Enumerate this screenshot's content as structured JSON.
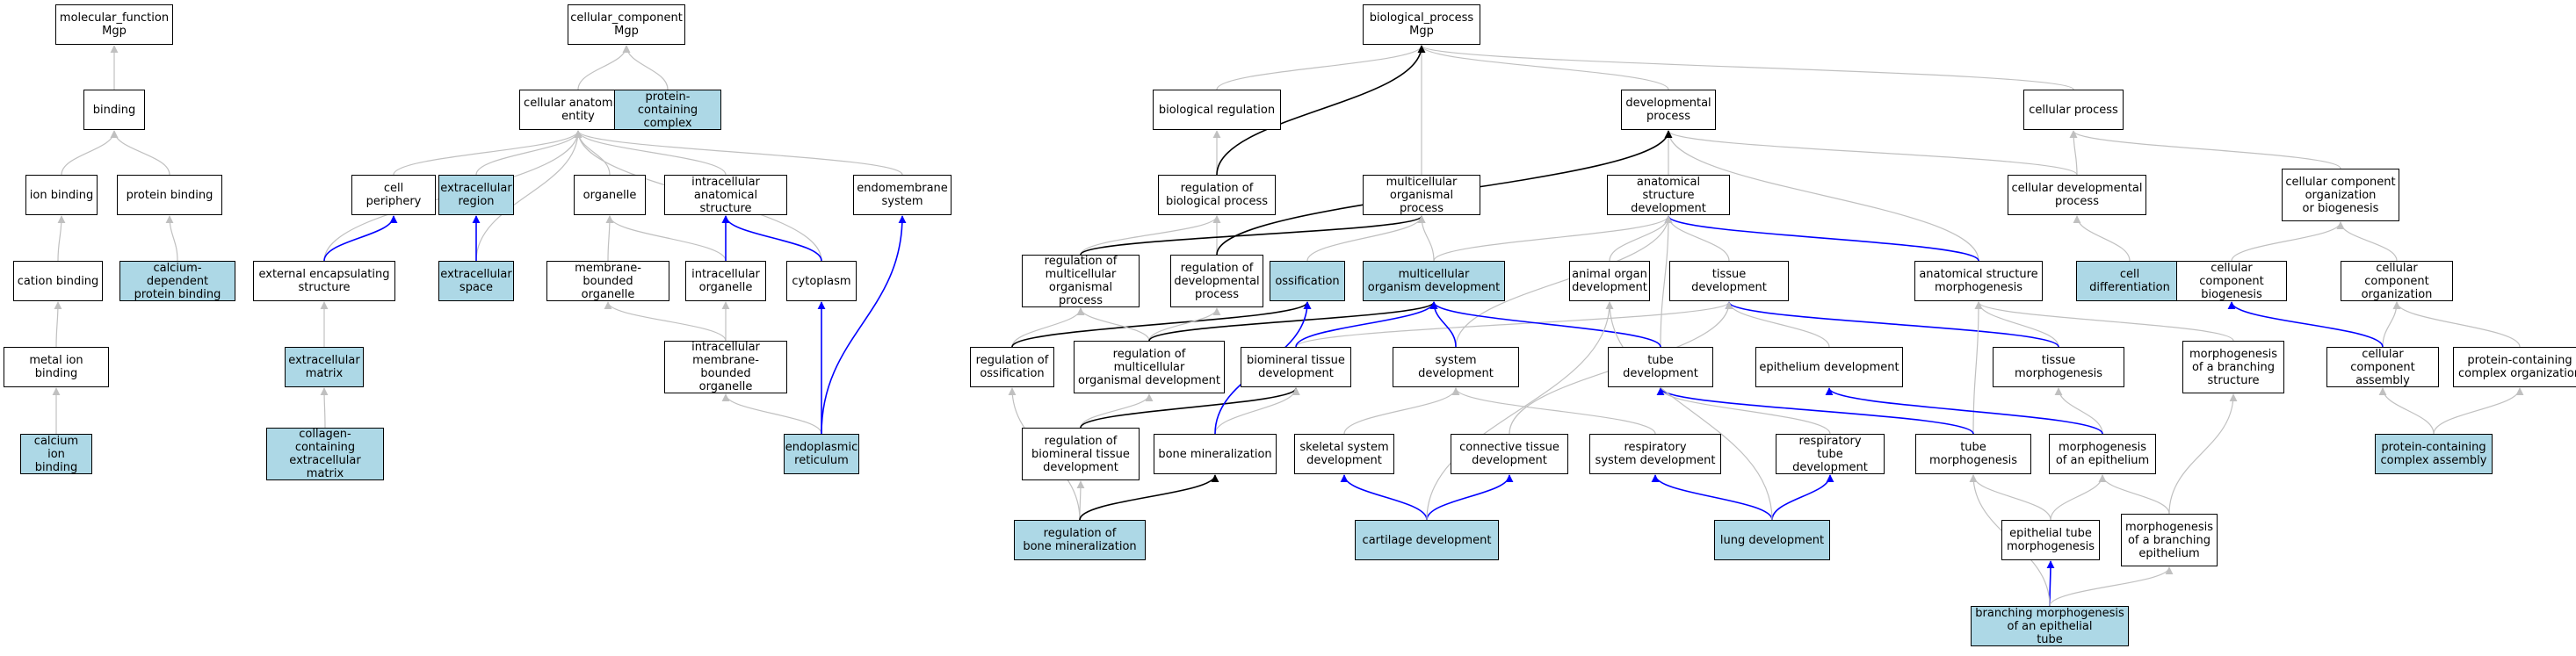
{
  "colors": {
    "highlight_fill": "#add8e6",
    "node_fill": "#ffffff",
    "is_a_edge": "#c0c0c0",
    "part_of_edge": "#0000ff",
    "regulates_edge": "#000000"
  },
  "nodes": [
    {
      "id": "mf",
      "label": "molecular_function\nMgp",
      "highlight": false
    },
    {
      "id": "binding",
      "label": "binding",
      "highlight": false
    },
    {
      "id": "ion_binding",
      "label": "ion binding",
      "highlight": false
    },
    {
      "id": "protein_binding",
      "label": "protein binding",
      "highlight": false
    },
    {
      "id": "cation_binding",
      "label": "cation binding",
      "highlight": false
    },
    {
      "id": "calcium_dep",
      "label": "calcium-dependent\nprotein binding",
      "highlight": true
    },
    {
      "id": "metal_ion",
      "label": "metal ion binding",
      "highlight": false
    },
    {
      "id": "calcium_ion",
      "label": "calcium ion\nbinding",
      "highlight": true
    },
    {
      "id": "cc",
      "label": "cellular_component\nMgp",
      "highlight": false
    },
    {
      "id": "cae",
      "label": "cellular anatomical\nentity",
      "highlight": false
    },
    {
      "id": "pcc",
      "label": "protein-containing\ncomplex",
      "highlight": true
    },
    {
      "id": "cell_periphery",
      "label": "cell periphery",
      "highlight": false
    },
    {
      "id": "extracell_region",
      "label": "extracellular\nregion",
      "highlight": true
    },
    {
      "id": "organelle",
      "label": "organelle",
      "highlight": false
    },
    {
      "id": "ias",
      "label": "intracellular\nanatomical structure",
      "highlight": false
    },
    {
      "id": "endomembrane",
      "label": "endomembrane\nsystem",
      "highlight": false
    },
    {
      "id": "ext_encap",
      "label": "external encapsulating\nstructure",
      "highlight": false
    },
    {
      "id": "extracell_space",
      "label": "extracellular\nspace",
      "highlight": true
    },
    {
      "id": "mbo",
      "label": "membrane-bounded\norganelle",
      "highlight": false
    },
    {
      "id": "intra_org",
      "label": "intracellular\norganelle",
      "highlight": false
    },
    {
      "id": "cytoplasm",
      "label": "cytoplasm",
      "highlight": false
    },
    {
      "id": "ecm",
      "label": "extracellular\nmatrix",
      "highlight": true
    },
    {
      "id": "imbo",
      "label": "intracellular\nmembrane-bounded\norganelle",
      "highlight": false
    },
    {
      "id": "coll_ecm",
      "label": "collagen-containing\nextracellular\nmatrix",
      "highlight": true
    },
    {
      "id": "er",
      "label": "endoplasmic\nreticulum",
      "highlight": true
    },
    {
      "id": "bp",
      "label": "biological_process\nMgp",
      "highlight": false
    },
    {
      "id": "bio_reg",
      "label": "biological regulation",
      "highlight": false
    },
    {
      "id": "dev_proc",
      "label": "developmental\nprocess",
      "highlight": false
    },
    {
      "id": "cell_proc",
      "label": "cellular process",
      "highlight": false
    },
    {
      "id": "reg_bp",
      "label": "regulation of\nbiological process",
      "highlight": false
    },
    {
      "id": "multi_org",
      "label": "multicellular\norganismal process",
      "highlight": false
    },
    {
      "id": "asd",
      "label": "anatomical structure\ndevelopment",
      "highlight": false
    },
    {
      "id": "cell_dev",
      "label": "cellular developmental\nprocess",
      "highlight": false
    },
    {
      "id": "ccob",
      "label": "cellular component\norganization\nor biogenesis",
      "highlight": false
    },
    {
      "id": "reg_mop",
      "label": "regulation of\nmulticellular\norganismal process",
      "highlight": false
    },
    {
      "id": "reg_dev",
      "label": "regulation of\ndevelopmental\nprocess",
      "highlight": false
    },
    {
      "id": "ossification",
      "label": "ossification",
      "highlight": true
    },
    {
      "id": "mod",
      "label": "multicellular\norganism development",
      "highlight": true
    },
    {
      "id": "aod",
      "label": "animal organ\ndevelopment",
      "highlight": false
    },
    {
      "id": "tissue_dev",
      "label": "tissue development",
      "highlight": false
    },
    {
      "id": "asm",
      "label": "anatomical structure\nmorphogenesis",
      "highlight": false
    },
    {
      "id": "cell_diff",
      "label": "cell differentiation",
      "highlight": true
    },
    {
      "id": "ccb",
      "label": "cellular component\nbiogenesis",
      "highlight": false
    },
    {
      "id": "cco",
      "label": "cellular component\norganization",
      "highlight": false
    },
    {
      "id": "reg_oss",
      "label": "regulation of\nossification",
      "highlight": false
    },
    {
      "id": "reg_mod",
      "label": "regulation of\nmulticellular\norganismal development",
      "highlight": false
    },
    {
      "id": "btd",
      "label": "biomineral tissue\ndevelopment",
      "highlight": false
    },
    {
      "id": "sys_dev",
      "label": "system development",
      "highlight": false
    },
    {
      "id": "tube_dev",
      "label": "tube development",
      "highlight": false
    },
    {
      "id": "epi_dev",
      "label": "epithelium development",
      "highlight": false
    },
    {
      "id": "tissue_morph",
      "label": "tissue morphogenesis",
      "highlight": false
    },
    {
      "id": "morph_bs",
      "label": "morphogenesis\nof a branching\nstructure",
      "highlight": false
    },
    {
      "id": "cca",
      "label": "cellular component\nassembly",
      "highlight": false
    },
    {
      "id": "pcco",
      "label": "protein-containing\ncomplex organization",
      "highlight": false
    },
    {
      "id": "reg_btd",
      "label": "regulation of\nbiomineral tissue\ndevelopment",
      "highlight": false
    },
    {
      "id": "bone_min",
      "label": "bone mineralization",
      "highlight": false
    },
    {
      "id": "ssd",
      "label": "skeletal system\ndevelopment",
      "highlight": false
    },
    {
      "id": "ctd",
      "label": "connective tissue\ndevelopment",
      "highlight": false
    },
    {
      "id": "rsd",
      "label": "respiratory\nsystem development",
      "highlight": false
    },
    {
      "id": "rtd",
      "label": "respiratory\ntube development",
      "highlight": false
    },
    {
      "id": "tube_morph",
      "label": "tube morphogenesis",
      "highlight": false
    },
    {
      "id": "morph_epi",
      "label": "morphogenesis\nof an epithelium",
      "highlight": false
    },
    {
      "id": "pcca",
      "label": "protein-containing\ncomplex assembly",
      "highlight": true
    },
    {
      "id": "reg_bm",
      "label": "regulation of\nbone mineralization",
      "highlight": true
    },
    {
      "id": "cart_dev",
      "label": "cartilage development",
      "highlight": true
    },
    {
      "id": "lung_dev",
      "label": "lung development",
      "highlight": true
    },
    {
      "id": "etm",
      "label": "epithelial tube\nmorphogenesis",
      "highlight": false
    },
    {
      "id": "mbe",
      "label": "morphogenesis\nof a branching\nepithelium",
      "highlight": false
    },
    {
      "id": "bmet",
      "label": "branching morphogenesis\nof an epithelial\ntube",
      "highlight": true
    }
  ],
  "edges": [
    {
      "from": "binding",
      "to": "mf",
      "type": "is_a"
    },
    {
      "from": "ion_binding",
      "to": "binding",
      "type": "is_a"
    },
    {
      "from": "protein_binding",
      "to": "binding",
      "type": "is_a"
    },
    {
      "from": "cation_binding",
      "to": "ion_binding",
      "type": "is_a"
    },
    {
      "from": "calcium_dep",
      "to": "protein_binding",
      "type": "is_a"
    },
    {
      "from": "metal_ion",
      "to": "cation_binding",
      "type": "is_a"
    },
    {
      "from": "calcium_ion",
      "to": "metal_ion",
      "type": "is_a"
    },
    {
      "from": "cae",
      "to": "cc",
      "type": "is_a"
    },
    {
      "from": "pcc",
      "to": "cc",
      "type": "is_a"
    },
    {
      "from": "cell_periphery",
      "to": "cae",
      "type": "is_a"
    },
    {
      "from": "organelle",
      "to": "cae",
      "type": "is_a"
    },
    {
      "from": "ias",
      "to": "cae",
      "type": "is_a"
    },
    {
      "from": "endomembrane",
      "to": "cae",
      "type": "is_a"
    },
    {
      "from": "ext_encap",
      "to": "cae",
      "type": "is_a"
    },
    {
      "from": "extracell_space",
      "to": "cae",
      "type": "is_a"
    },
    {
      "from": "cytoplasm",
      "to": "cae",
      "type": "is_a"
    },
    {
      "from": "extracell_region",
      "to": "cae",
      "type": "is_a"
    },
    {
      "from": "ext_encap",
      "to": "cell_periphery",
      "type": "part_of"
    },
    {
      "from": "extracell_space",
      "to": "extracell_region",
      "type": "part_of"
    },
    {
      "from": "mbo",
      "to": "organelle",
      "type": "is_a"
    },
    {
      "from": "intra_org",
      "to": "organelle",
      "type": "is_a"
    },
    {
      "from": "intra_org",
      "to": "ias",
      "type": "part_of"
    },
    {
      "from": "cytoplasm",
      "to": "ias",
      "type": "part_of"
    },
    {
      "from": "ecm",
      "to": "ext_encap",
      "type": "is_a"
    },
    {
      "from": "coll_ecm",
      "to": "ecm",
      "type": "is_a"
    },
    {
      "from": "imbo",
      "to": "mbo",
      "type": "is_a"
    },
    {
      "from": "imbo",
      "to": "intra_org",
      "type": "is_a"
    },
    {
      "from": "er",
      "to": "imbo",
      "type": "is_a"
    },
    {
      "from": "er",
      "to": "cytoplasm",
      "type": "part_of"
    },
    {
      "from": "er",
      "to": "endomembrane",
      "type": "part_of"
    },
    {
      "from": "bio_reg",
      "to": "bp",
      "type": "is_a"
    },
    {
      "from": "dev_proc",
      "to": "bp",
      "type": "is_a"
    },
    {
      "from": "cell_proc",
      "to": "bp",
      "type": "is_a"
    },
    {
      "from": "multi_org",
      "to": "bp",
      "type": "is_a"
    },
    {
      "from": "reg_bp",
      "to": "bio_reg",
      "type": "is_a"
    },
    {
      "from": "reg_bp",
      "to": "bp",
      "type": "regulates"
    },
    {
      "from": "asd",
      "to": "dev_proc",
      "type": "is_a"
    },
    {
      "from": "cell_dev",
      "to": "cell_proc",
      "type": "is_a"
    },
    {
      "from": "ccob",
      "to": "cell_proc",
      "type": "is_a"
    },
    {
      "from": "cell_dev",
      "to": "dev_proc",
      "type": "is_a"
    },
    {
      "from": "asm",
      "to": "dev_proc",
      "type": "is_a"
    },
    {
      "from": "reg_mop",
      "to": "reg_bp",
      "type": "is_a"
    },
    {
      "from": "reg_dev",
      "to": "reg_bp",
      "type": "is_a"
    },
    {
      "from": "reg_mop",
      "to": "multi_org",
      "type": "regulates"
    },
    {
      "from": "reg_dev",
      "to": "dev_proc",
      "type": "regulates"
    },
    {
      "from": "ossification",
      "to": "multi_org",
      "type": "is_a"
    },
    {
      "from": "mod",
      "to": "multi_org",
      "type": "is_a"
    },
    {
      "from": "mod",
      "to": "asd",
      "type": "is_a"
    },
    {
      "from": "aod",
      "to": "asd",
      "type": "is_a"
    },
    {
      "from": "tissue_dev",
      "to": "asd",
      "type": "is_a"
    },
    {
      "from": "asm",
      "to": "asd",
      "type": "part_of"
    },
    {
      "from": "cell_diff",
      "to": "cell_dev",
      "type": "is_a"
    },
    {
      "from": "ccb",
      "to": "ccob",
      "type": "is_a"
    },
    {
      "from": "cco",
      "to": "ccob",
      "type": "is_a"
    },
    {
      "from": "reg_oss",
      "to": "reg_mop",
      "type": "is_a"
    },
    {
      "from": "reg_oss",
      "to": "ossification",
      "type": "regulates"
    },
    {
      "from": "reg_mod",
      "to": "reg_mop",
      "type": "is_a"
    },
    {
      "from": "reg_mod",
      "to": "reg_dev",
      "type": "is_a"
    },
    {
      "from": "reg_mod",
      "to": "mod",
      "type": "regulates"
    },
    {
      "from": "btd",
      "to": "tissue_dev",
      "type": "is_a"
    },
    {
      "from": "btd",
      "to": "mod",
      "type": "part_of"
    },
    {
      "from": "sys_dev",
      "to": "asd",
      "type": "is_a"
    },
    {
      "from": "sys_dev",
      "to": "mod",
      "type": "part_of"
    },
    {
      "from": "tube_dev",
      "to": "asd",
      "type": "is_a"
    },
    {
      "from": "tube_dev",
      "to": "mod",
      "type": "part_of"
    },
    {
      "from": "epi_dev",
      "to": "tissue_dev",
      "type": "is_a"
    },
    {
      "from": "tissue_morph",
      "to": "asm",
      "type": "is_a"
    },
    {
      "from": "tissue_morph",
      "to": "tissue_dev",
      "type": "part_of"
    },
    {
      "from": "morph_bs",
      "to": "asm",
      "type": "is_a"
    },
    {
      "from": "cca",
      "to": "cco",
      "type": "is_a"
    },
    {
      "from": "cca",
      "to": "ccb",
      "type": "part_of"
    },
    {
      "from": "pcco",
      "to": "cco",
      "type": "is_a"
    },
    {
      "from": "reg_btd",
      "to": "reg_mod",
      "type": "is_a"
    },
    {
      "from": "reg_btd",
      "to": "btd",
      "type": "regulates"
    },
    {
      "from": "bone_min",
      "to": "btd",
      "type": "is_a"
    },
    {
      "from": "bone_min",
      "to": "ossification",
      "type": "part_of"
    },
    {
      "from": "ssd",
      "to": "sys_dev",
      "type": "is_a"
    },
    {
      "from": "ctd",
      "to": "tissue_dev",
      "type": "is_a"
    },
    {
      "from": "rsd",
      "to": "sys_dev",
      "type": "is_a"
    },
    {
      "from": "rtd",
      "to": "tube_dev",
      "type": "is_a"
    },
    {
      "from": "tube_morph",
      "to": "asm",
      "type": "is_a"
    },
    {
      "from": "tube_morph",
      "to": "tube_dev",
      "type": "part_of"
    },
    {
      "from": "morph_epi",
      "to": "tissue_morph",
      "type": "is_a"
    },
    {
      "from": "morph_epi",
      "to": "epi_dev",
      "type": "part_of"
    },
    {
      "from": "pcca",
      "to": "cca",
      "type": "is_a"
    },
    {
      "from": "pcca",
      "to": "pcco",
      "type": "is_a"
    },
    {
      "from": "reg_bm",
      "to": "reg_btd",
      "type": "is_a"
    },
    {
      "from": "reg_bm",
      "to": "reg_oss",
      "type": "is_a"
    },
    {
      "from": "reg_bm",
      "to": "bone_min",
      "type": "regulates"
    },
    {
      "from": "cart_dev",
      "to": "ctd",
      "type": "part_of"
    },
    {
      "from": "cart_dev",
      "to": "ssd",
      "type": "part_of"
    },
    {
      "from": "cart_dev",
      "to": "aod",
      "type": "is_a"
    },
    {
      "from": "lung_dev",
      "to": "rtd",
      "type": "part_of"
    },
    {
      "from": "lung_dev",
      "to": "rsd",
      "type": "part_of"
    },
    {
      "from": "lung_dev",
      "to": "aod",
      "type": "is_a"
    },
    {
      "from": "etm",
      "to": "tube_morph",
      "type": "is_a"
    },
    {
      "from": "etm",
      "to": "morph_epi",
      "type": "is_a"
    },
    {
      "from": "mbe",
      "to": "morph_epi",
      "type": "is_a"
    },
    {
      "from": "mbe",
      "to": "morph_bs",
      "type": "is_a"
    },
    {
      "from": "bmet",
      "to": "etm",
      "type": "part_of"
    },
    {
      "from": "bmet",
      "to": "mbe",
      "type": "is_a"
    },
    {
      "from": "bmet",
      "to": "tube_morph",
      "type": "is_a"
    }
  ]
}
